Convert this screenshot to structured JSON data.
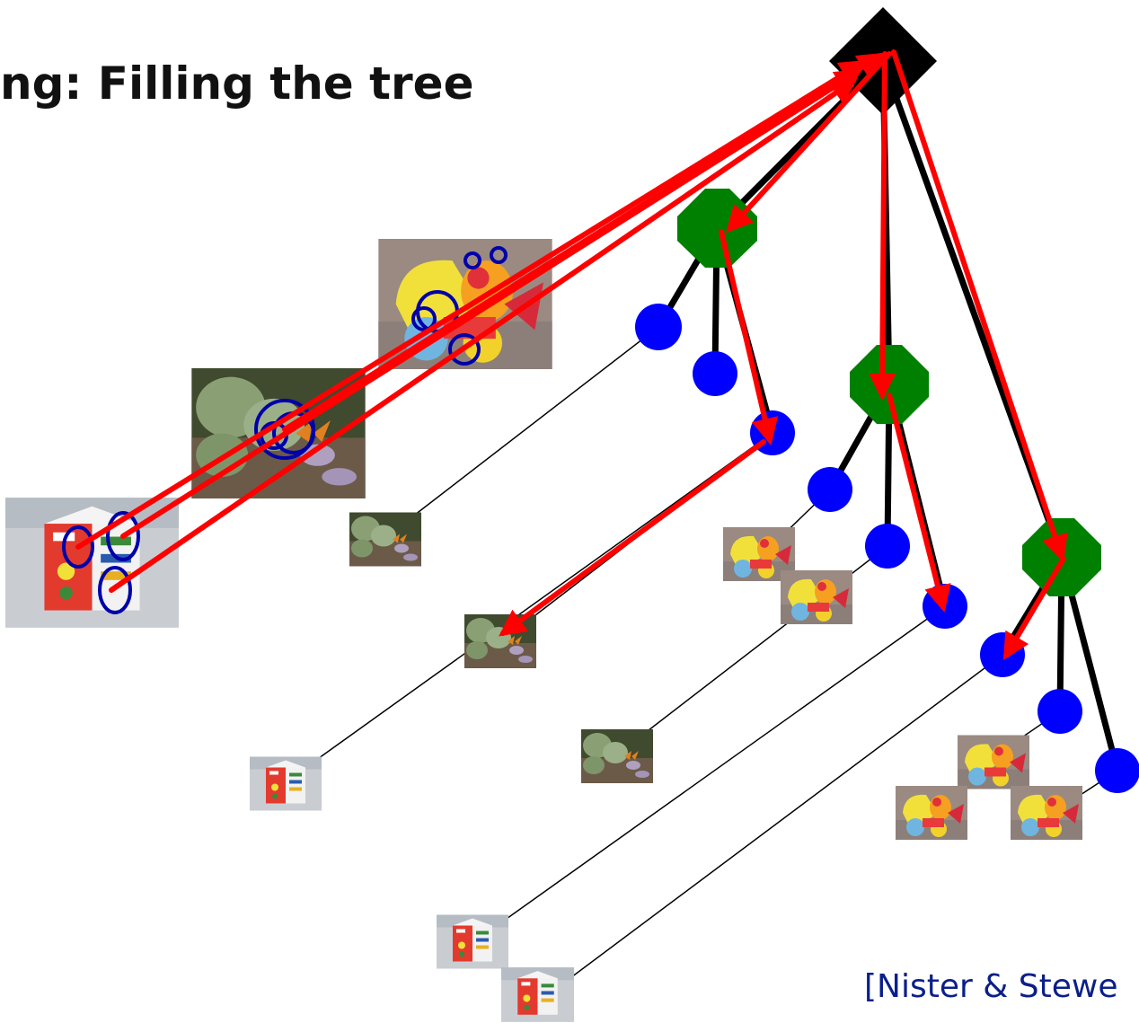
{
  "slide": {
    "title": "ng: Filling the tree",
    "citation": "[Nister & Stewe"
  },
  "colors": {
    "root_node": "#000000",
    "internal_node": "#008000",
    "leaf_node": "#0000ff",
    "descriptor_path": "#ff0000",
    "feature_ellipse": "#0000aa",
    "tree_edge": "#000000"
  },
  "photos": {
    "toy_duck": "photo of yellow toy duck with red beak",
    "garden": "photo of garden plants with butterfly",
    "brio_box": "photo of red-and-white BRIO toy box"
  }
}
